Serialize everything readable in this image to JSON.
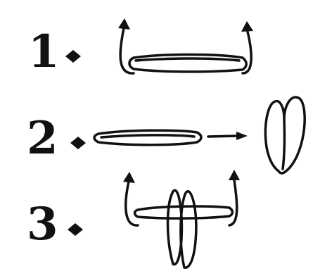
{
  "steps": [
    {
      "number": "1",
      "description": ""
    },
    {
      "number": "2",
      "description": ""
    },
    {
      "number": "3",
      "description": ""
    }
  ],
  "colors": {
    "ink": "#111111",
    "background": "#ffffff"
  }
}
